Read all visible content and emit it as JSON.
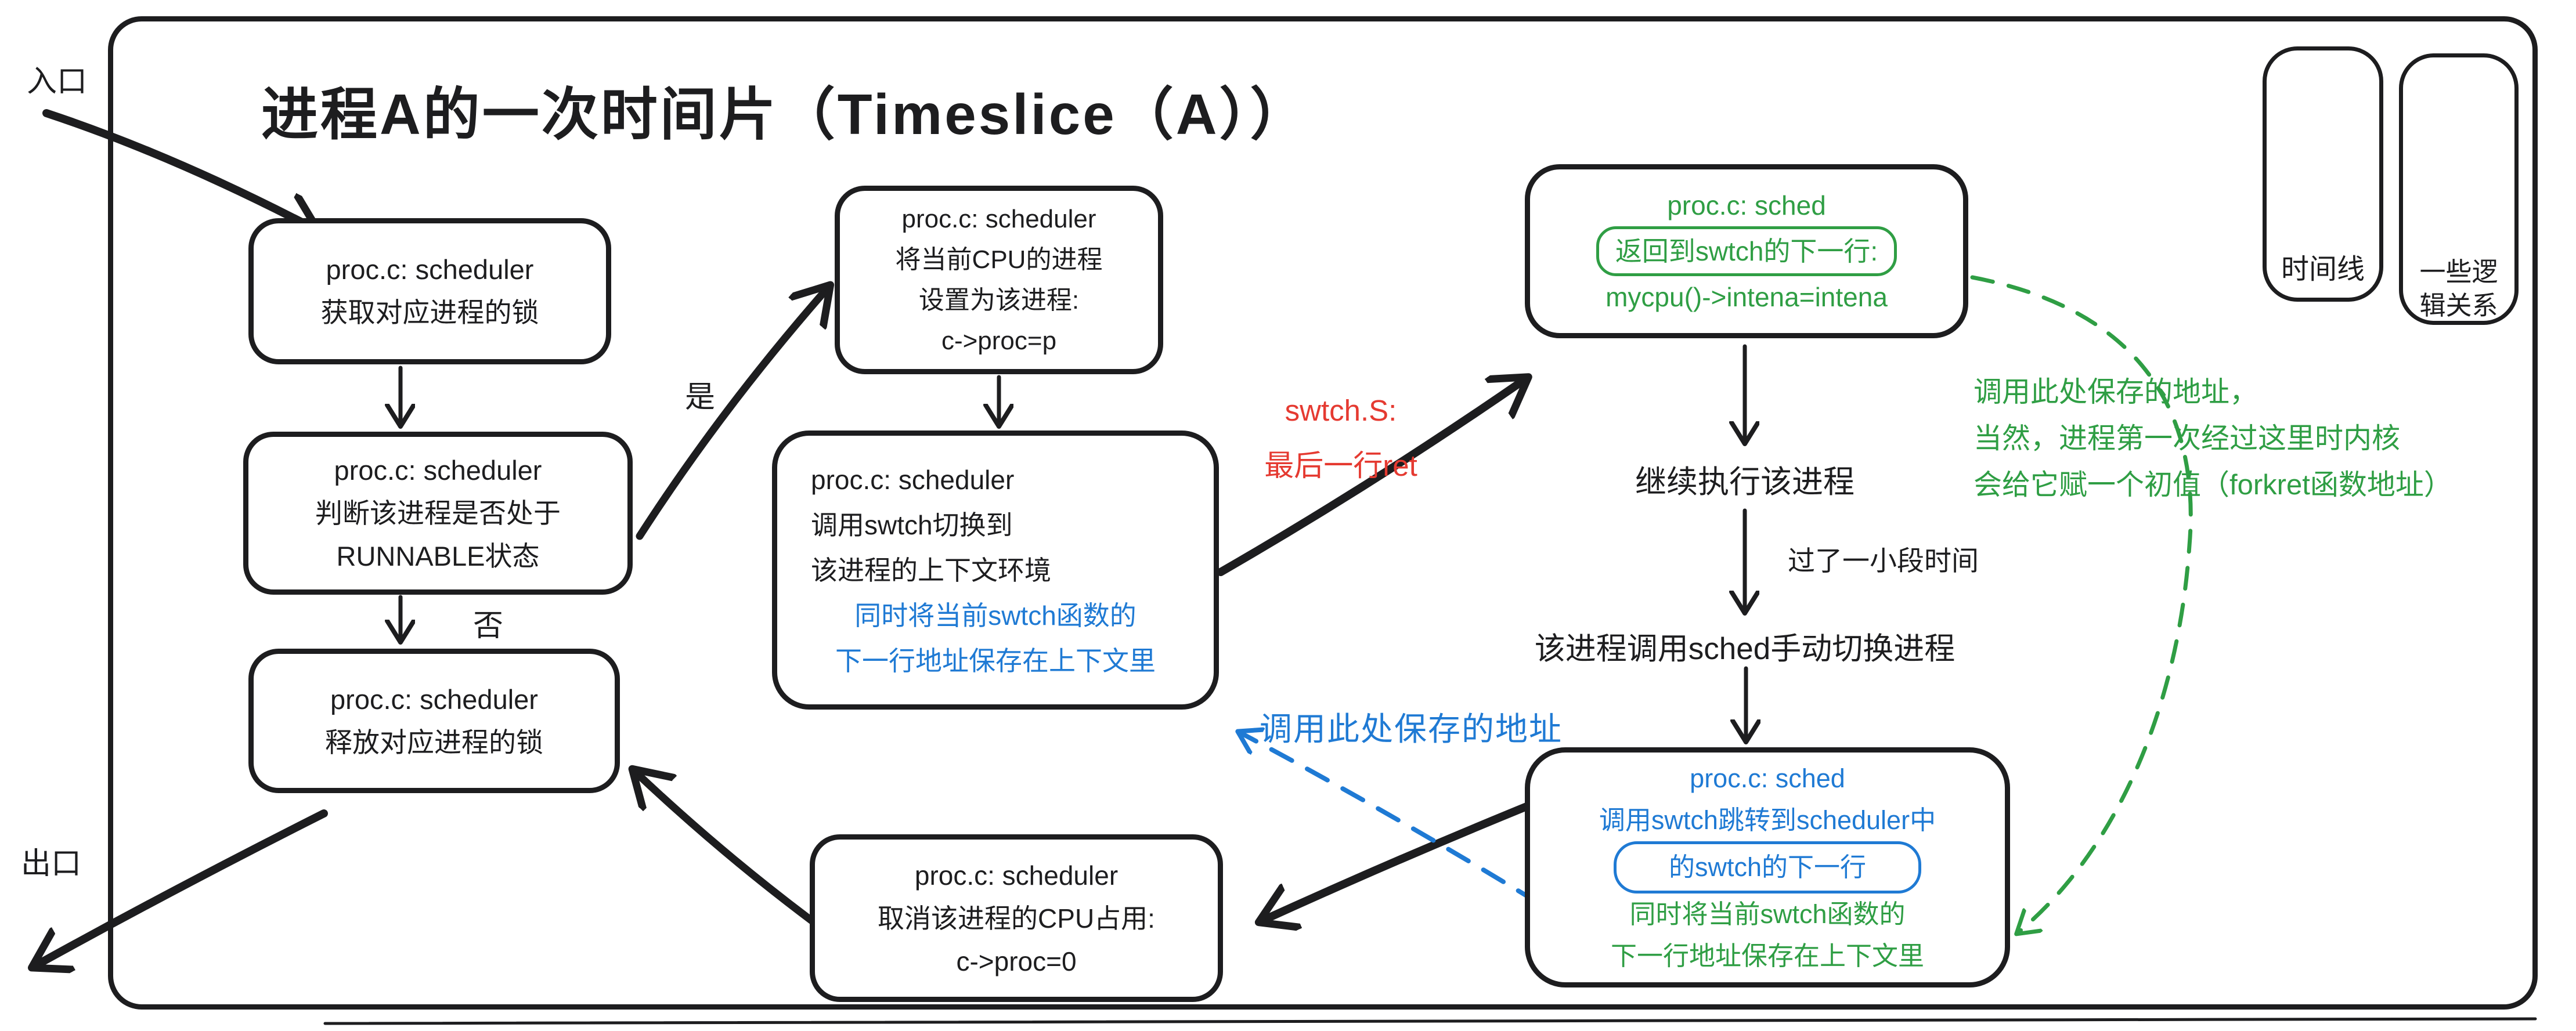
{
  "title": "进程A的一次时间片（Timeslice（A））",
  "colors": {
    "ink": "#1d1d1f",
    "blue": "#1f7ad4",
    "green": "#2f9e44",
    "red": "#e53a31"
  },
  "labels": {
    "entry": "入口",
    "exit": "出口",
    "yes": "是",
    "no": "否",
    "continue_exec": "继续执行该进程",
    "after_a_while": "过了一小段时间",
    "call_sched": "该进程调用sched手动切换进程"
  },
  "legend": {
    "timeline": "时间线",
    "logic_line1": "一些逻",
    "logic_line2": "辑关系"
  },
  "nodes": {
    "acquire_lock": {
      "line1": "proc.c: scheduler",
      "line2": "获取对应进程的锁"
    },
    "check_runnable": {
      "line1": "proc.c: scheduler",
      "line2": "判断该进程是否处于",
      "line3": "RUNNABLE状态"
    },
    "release_lock": {
      "line1": "proc.c: scheduler",
      "line2": "释放对应进程的锁"
    },
    "set_proc": {
      "line1": "proc.c: scheduler",
      "line2": "将当前CPU的进程",
      "line3": "设置为该进程:",
      "line4": "c->proc=p"
    },
    "call_swtch": {
      "line1": "proc.c: scheduler",
      "line2": "调用swtch切换到",
      "line3": "该进程的上下文环境",
      "note1": "同时将当前swtch函数的",
      "note2": "下一行地址保存在上下文里"
    },
    "sched_return": {
      "line1": "proc.c: sched",
      "boxed": "返回到swtch的下一行:",
      "line3": "mycpu()->intena=intena"
    },
    "sched_jump": {
      "line1": "proc.c: sched",
      "line2": "调用swtch跳转到scheduler中",
      "boxed": "的swtch的下一行",
      "note1": "同时将当前swtch函数的",
      "note2": "下一行地址保存在上下文里"
    },
    "clear_proc": {
      "line1": "proc.c: scheduler",
      "line2": "取消该进程的CPU占用:",
      "line3": "c->proc=0"
    }
  },
  "annotations": {
    "red_line1": "swtch.S:",
    "red_line2": "最后一行ret",
    "blue_note": "调用此处保存的地址",
    "green_line1": "调用此处保存的地址，",
    "green_line2": "当然，进程第一次经过这里时内核",
    "green_line3": "会给它赋一个初值（forkret函数地址）"
  }
}
